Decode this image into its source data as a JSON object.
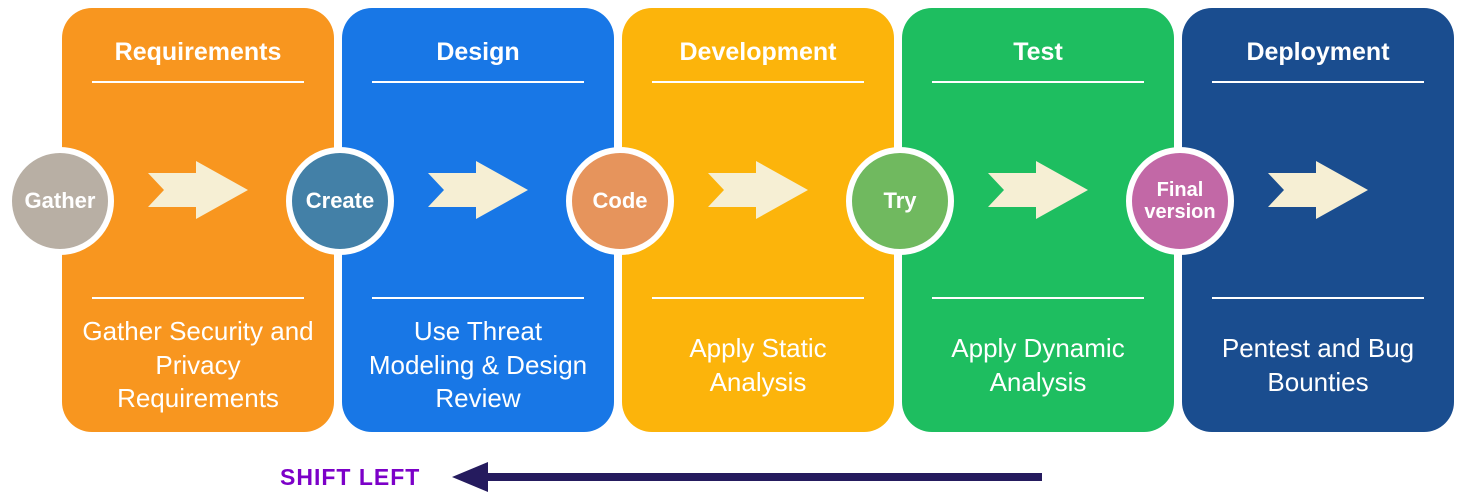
{
  "stages": [
    {
      "title": "Requirements",
      "circle_label": "Gather",
      "description": "Gather Security and Privacy Requirements",
      "card_color": "#F8961F",
      "circle_color": "#B8AFA4"
    },
    {
      "title": "Design",
      "circle_label": "Create",
      "description": "Use Threat Modeling & Design Review",
      "card_color": "#1877E6",
      "circle_color": "#4380A7"
    },
    {
      "title": "Development",
      "circle_label": "Code",
      "description": "Apply Static Analysis",
      "card_color": "#FCB40B",
      "circle_color": "#E6945C"
    },
    {
      "title": "Test",
      "circle_label": "Try",
      "description": "Apply Dynamic Analysis",
      "card_color": "#1EBE60",
      "circle_color": "#70B95F"
    },
    {
      "title": "Deployment",
      "circle_label": "Final version",
      "description": "Pentest and Bug Bounties",
      "card_color": "#1A4D8F",
      "circle_color": "#C268A6"
    }
  ],
  "flow_arrow_color": "#F6EFD4",
  "footer": {
    "label": "SHIFT LEFT",
    "label_color": "#7C00C8",
    "arrow_color": "#251B5E"
  }
}
